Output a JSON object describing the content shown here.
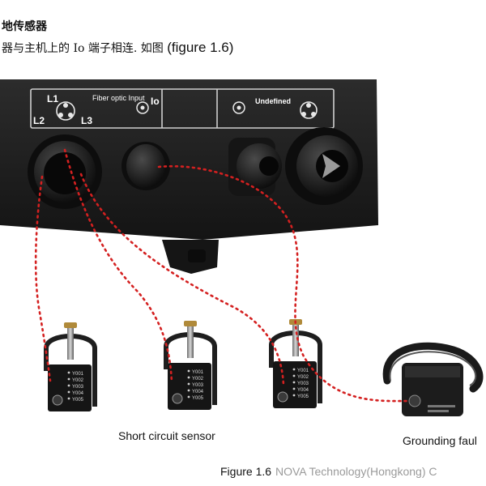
{
  "header": {
    "section_title": "地传感器",
    "description": "器与主机上的 Io 端子相连. 如图",
    "figure_ref": "(figure 1.6)"
  },
  "panel": {
    "l1": "L1",
    "l2": "L2",
    "l3": "L3",
    "fiber_input": "Fiber optic Input",
    "io": "Io",
    "undefined": "Undefined"
  },
  "sensors": [
    {
      "lines": [
        "Y001",
        "Y002",
        "Y003",
        "Y004",
        "Y005"
      ]
    },
    {
      "lines": [
        "Y001",
        "Y002",
        "Y003",
        "Y004",
        "Y005"
      ]
    },
    {
      "lines": [
        "Y001",
        "Y002",
        "Y003",
        "Y004",
        "Y005"
      ]
    }
  ],
  "captions": {
    "short_circuit": "Short circuit sensor",
    "grounding": "Grounding faul"
  },
  "figure_caption": "Figure 1.6",
  "watermark": "NOVA Technology(Hongkong) C",
  "colors": {
    "panel": "#1e1e1e",
    "wire": "#d42020",
    "connector": "#0f0f0f"
  }
}
